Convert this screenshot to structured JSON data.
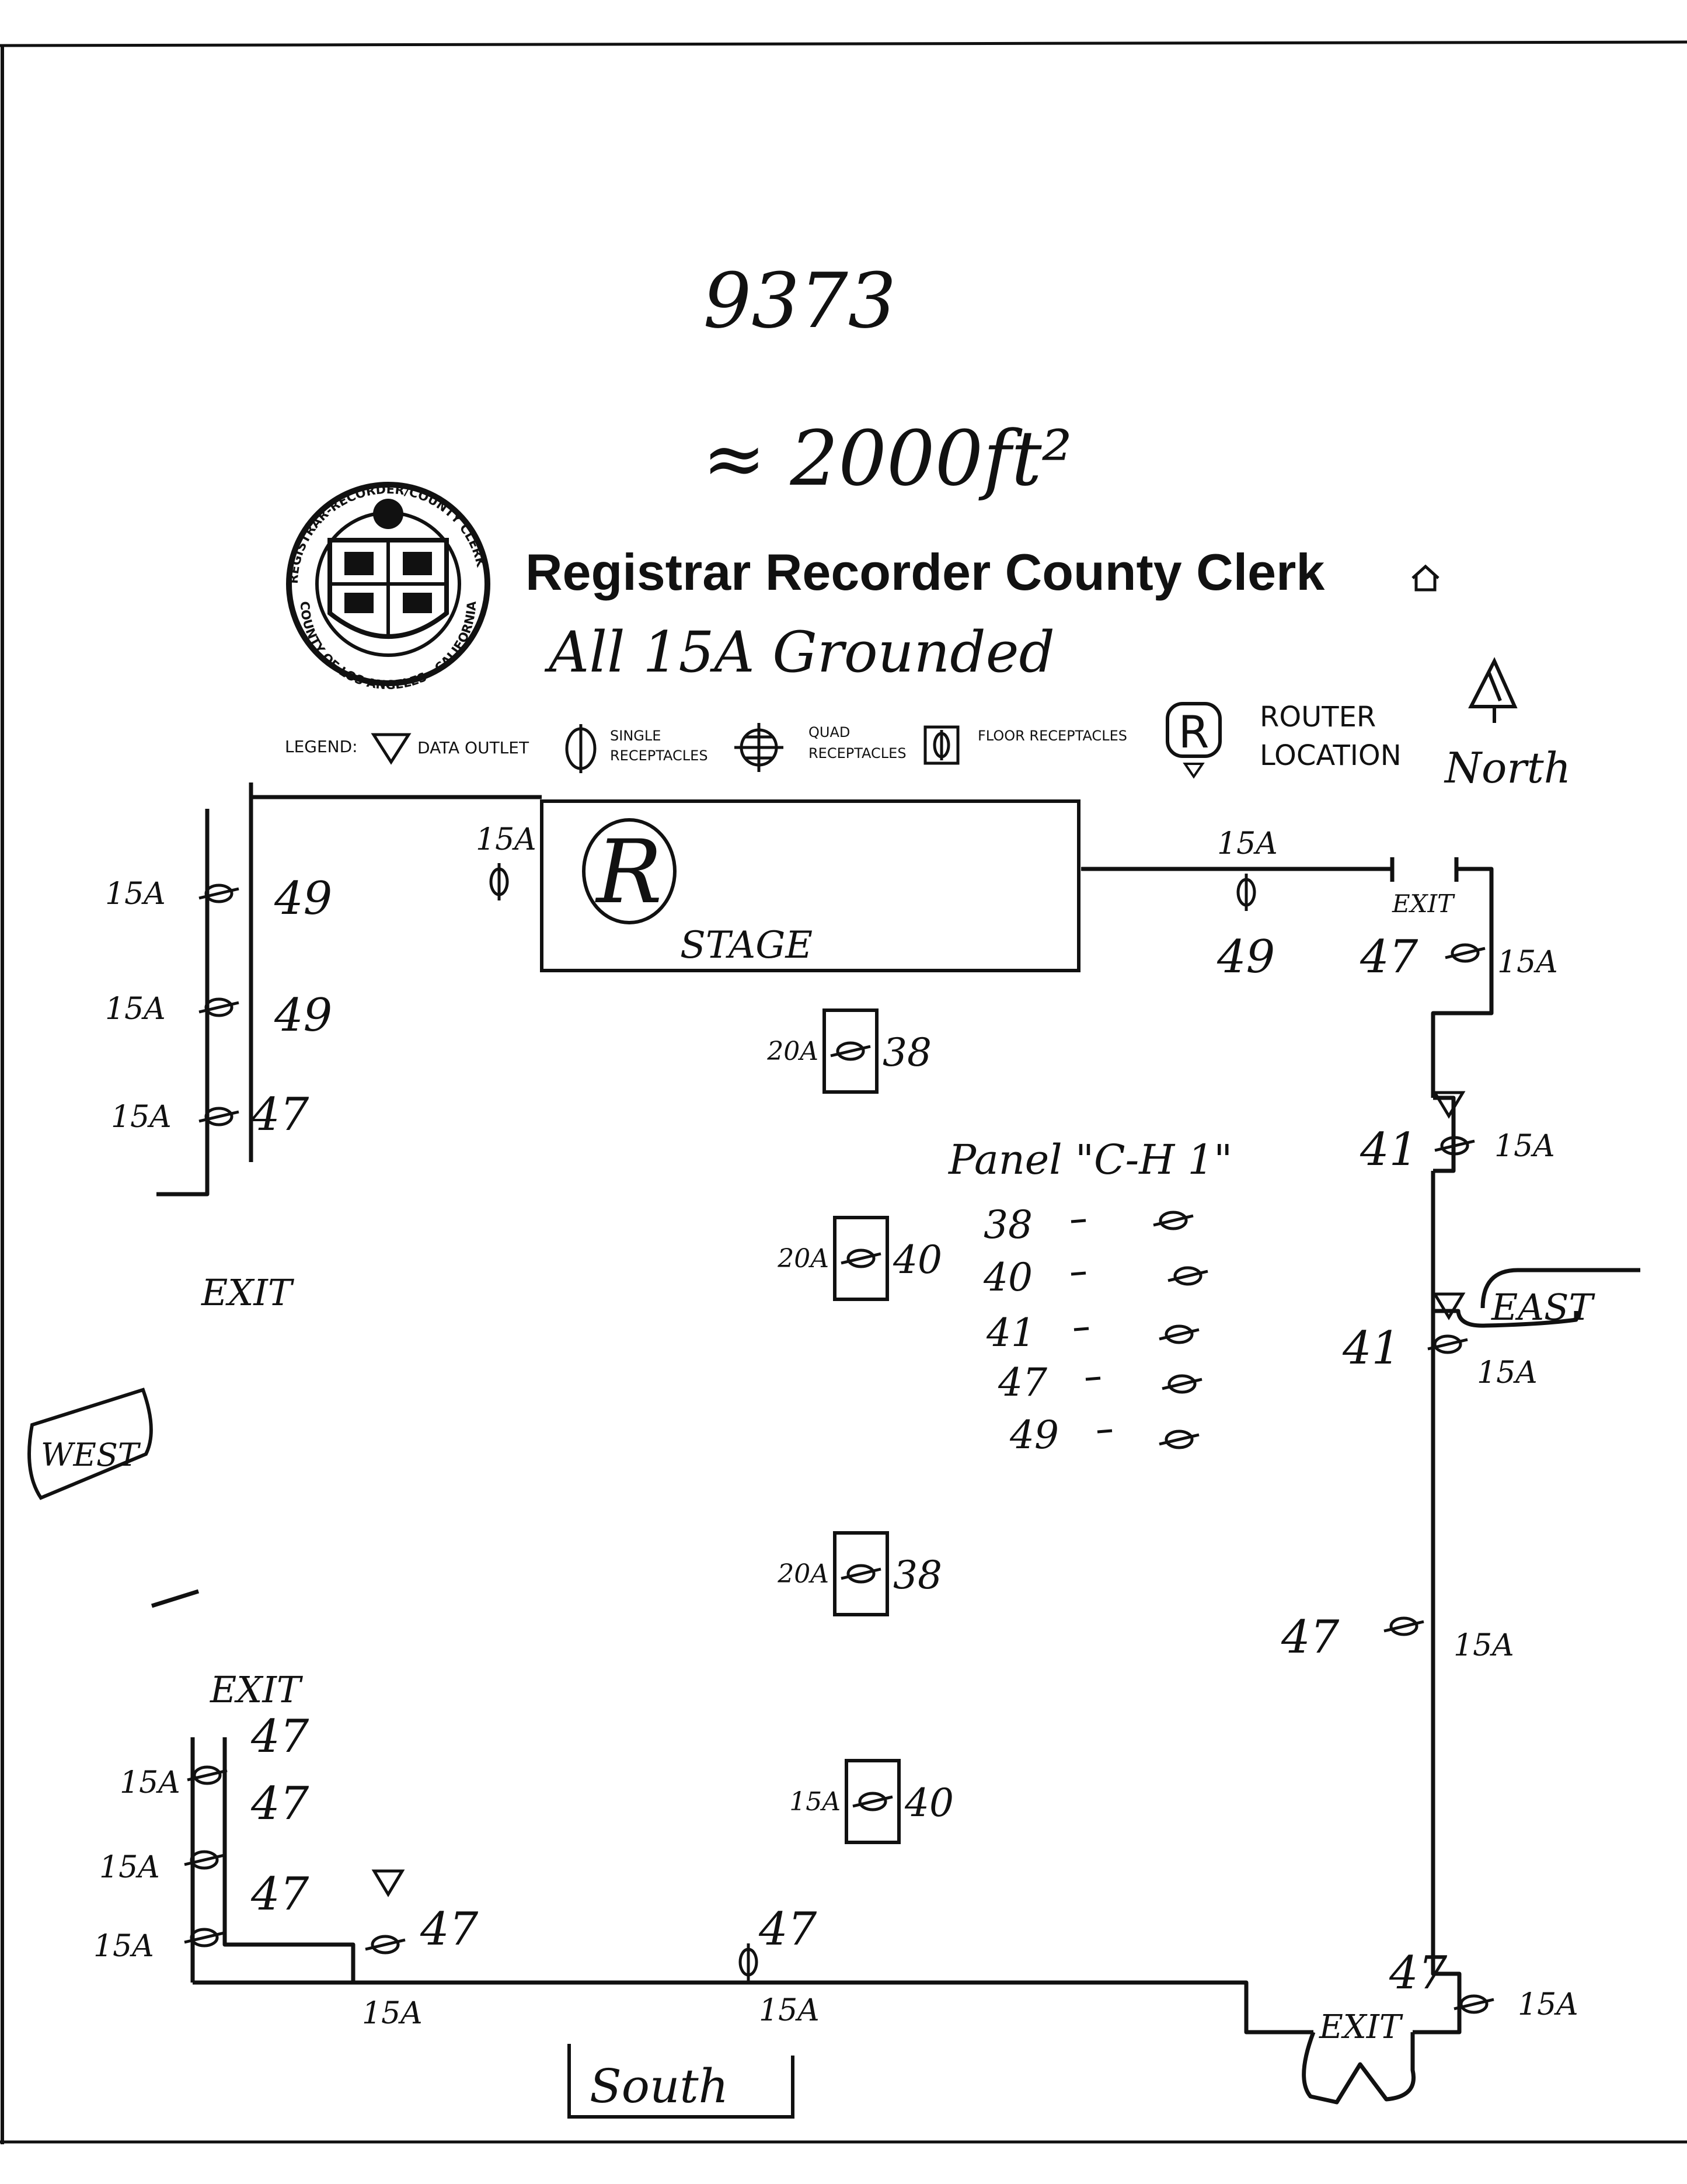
{
  "header": {
    "number": "9373",
    "area": "≈ 2000ft²",
    "title": "Registrar Recorder County Clerk",
    "note": "All 15A Grounded"
  },
  "seal": {
    "top_text": "REGISTRAR-RECORDER/COUNTY CLERK",
    "bottom_text": "COUNTY OF LOS ANGELES · CALIFORNIA"
  },
  "legend": {
    "label": "LEGEND:",
    "data_outlet": "DATA OUTLET",
    "single_1": "SINGLE",
    "single_2": "RECEPTACLES",
    "quad_1": "QUAD",
    "quad_2": "RECEPTACLES",
    "floor": "FLOOR RECEPTACLES",
    "router_1": "ROUTER",
    "router_2": "LOCATION",
    "router_letter": "R"
  },
  "north": "North",
  "directions": {
    "west": "WEST",
    "east": "EAST",
    "south": "South"
  },
  "stage": {
    "label": "STAGE",
    "router": "R"
  },
  "exits": {
    "label": "EXIT"
  },
  "panel": {
    "title": "Panel \"C-H 1\"",
    "circuits": [
      "38",
      "40",
      "41",
      "47",
      "49"
    ]
  },
  "floor_outlets": [
    {
      "amps": "20A",
      "circuit": "38"
    },
    {
      "amps": "20A",
      "circuit": "40"
    },
    {
      "amps": "20A",
      "circuit": "38"
    },
    {
      "amps": "15A",
      "circuit": "40"
    }
  ],
  "wall_outlets": {
    "west": [
      {
        "amps": "15A",
        "circuit": "49"
      },
      {
        "amps": "15A",
        "circuit": "49"
      },
      {
        "amps": "15A",
        "circuit": "47"
      },
      {
        "amps": "15A",
        "circuit": "47"
      },
      {
        "amps": "15A",
        "circuit": "47"
      },
      {
        "amps": "15A",
        "circuit": "47"
      }
    ],
    "north": [
      {
        "amps": "15A",
        "circuit": ""
      },
      {
        "amps": "15A",
        "circuit": "49"
      },
      {
        "amps": "15A",
        "circuit": "47"
      }
    ],
    "east": [
      {
        "amps": "15A",
        "circuit": "41"
      },
      {
        "amps": "15A",
        "circuit": "41"
      },
      {
        "amps": "15A",
        "circuit": "47"
      },
      {
        "amps": "15A",
        "circuit": "47"
      }
    ],
    "south": [
      {
        "amps": "15A",
        "circuit": "47"
      },
      {
        "amps": "15A",
        "circuit": "47"
      }
    ]
  }
}
